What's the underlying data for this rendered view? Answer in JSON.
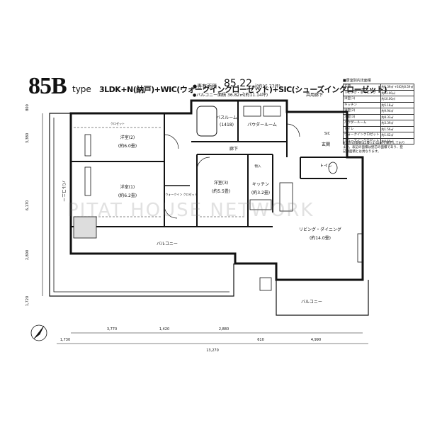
{
  "header": {
    "type_title": "85B",
    "type_suffix": "type",
    "layout_code": "3LDK+N(納戸)+WIC(ウォークインクローゼット)+SIC(シューズインクローゼット)",
    "area_main_label": "●専有面積",
    "area_main_value": "85.22",
    "area_main_unit": "㎡(約25.77坪)",
    "area_balcony": "●バルコニー面積 36.82㎡(約11.14坪)"
  },
  "legend": {
    "title": "■居室別内法面積",
    "rows": [
      {
        "room": "玄関",
        "value": "約1.39㎡ +SIC約0.59㎡"
      },
      {
        "room": "リビング・ダイニング",
        "value": "約23.00㎡"
      },
      {
        "room": "洋室(1)",
        "value": "約10.00㎡"
      },
      {
        "room": "キッチン",
        "value": "約5.18㎡"
      },
      {
        "room": "洋室(2)",
        "value": "約9.94㎡"
      },
      {
        "room": "洋室(3)",
        "value": "約8.33㎡"
      },
      {
        "room": "パウダールーム",
        "value": "約3.39㎡"
      },
      {
        "room": "トイレ",
        "value": "約1.56㎡"
      },
      {
        "room": "ウォークインクロゼット",
        "value": "約1.62㎡"
      },
      {
        "room": "シューズインクロゼット",
        "value": "約0.59㎡"
      }
    ],
    "note": "※表記の畳数は1畳=1.62㎡で算出しております。表記の面積は壁芯の面積であり、登記簿面積とは異なります。"
  },
  "rooms": {
    "western2": {
      "name": "洋室(2)",
      "size": "(約6.0畳)"
    },
    "western1": {
      "name": "洋室(1)",
      "size": "(約6.2畳)"
    },
    "western3": {
      "name": "洋室(3)",
      "size": "(約5.5畳)"
    },
    "kitchen": {
      "name": "キッチン",
      "size": "(約3.2畳)"
    },
    "living": {
      "name": "リビング・ダイニング",
      "size": "(約14.0畳)"
    },
    "bath": {
      "name": "バスルーム",
      "size": "(1418)"
    },
    "powder": {
      "name": "パウダールーム"
    },
    "toilet": {
      "name": "トイレ"
    },
    "hall": {
      "name": "廊下"
    },
    "entrance": {
      "name": "玄関"
    },
    "porch": {
      "name": "共用廊下"
    },
    "wic": {
      "name": "ウォークイン クロゼット"
    },
    "sic": {
      "name": "SIC"
    },
    "closet": {
      "name": "クロゼット"
    },
    "storage": {
      "name": "物入"
    },
    "balcony_left": {
      "name": "バルコニー"
    },
    "balcony_mid": {
      "name": "バルコニー"
    },
    "balcony_right": {
      "name": "バルコニー"
    }
  },
  "dimensions": {
    "bottom_1": "3,770",
    "bottom_2": "1,420",
    "bottom_3": "2,880",
    "bottom_4": "610",
    "bottom_5": "4,990",
    "bottom_left": "1,730",
    "bottom_total": "13,270",
    "left_1": "800",
    "left_2": "3,380",
    "left_3": "6,170",
    "left_4": "2,800",
    "left_5": "1,720"
  },
  "watermark": "PITAT HOUSE NETWORK"
}
